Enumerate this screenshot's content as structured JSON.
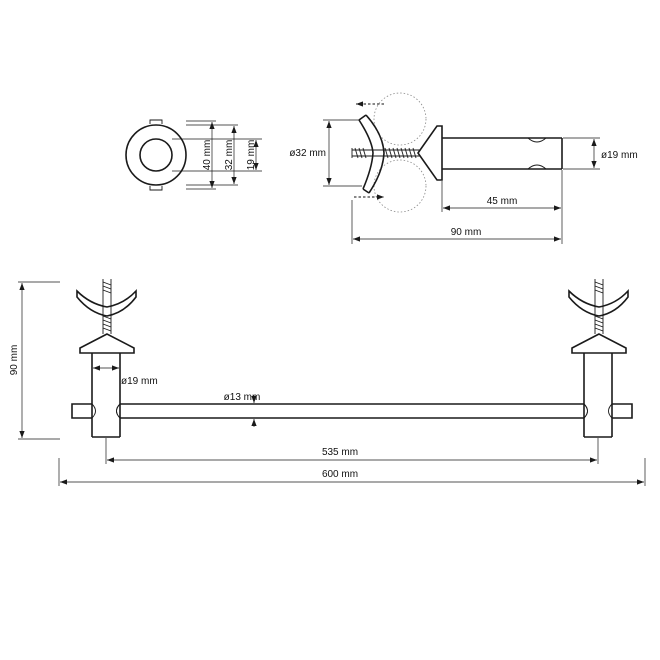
{
  "diagram": {
    "front_view": {
      "dim_outer": "40 mm",
      "dim_mid": "32 mm",
      "dim_inner": "19 mm"
    },
    "side_view": {
      "dim_plate": "ø32 mm",
      "dim_post": "ø19 mm",
      "dim_post_length": "45 mm",
      "dim_total_depth": "90 mm"
    },
    "main_view": {
      "dim_height": "90 mm",
      "dim_post": "ø19 mm",
      "dim_rod": "ø13 mm",
      "dim_inner_width": "535 mm",
      "dim_total_width": "600 mm"
    }
  }
}
